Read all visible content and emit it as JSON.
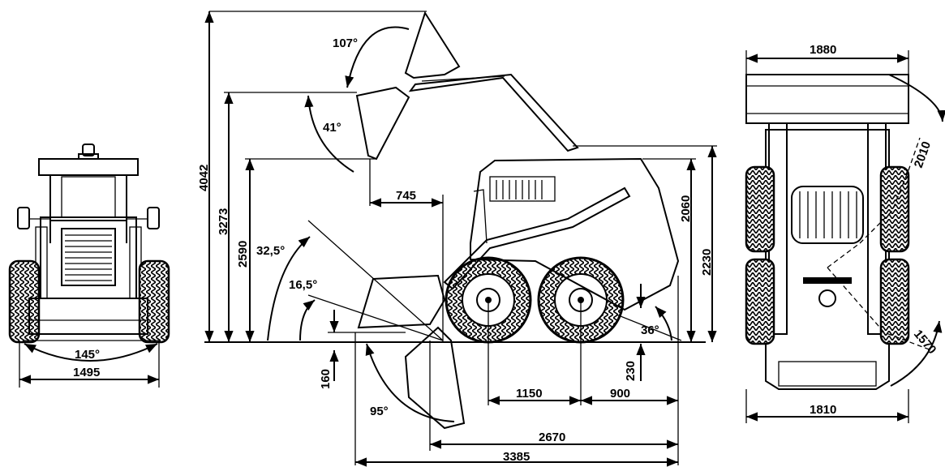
{
  "front_view": {
    "angle_label": "145°",
    "width_label": "1495"
  },
  "side_view": {
    "height_max": "4042",
    "height_pin": "3273",
    "dump_height": "2590",
    "dump_reach": "745",
    "cab_height": "2060",
    "overall_height": "2230",
    "rollback_angle_top": "107°",
    "dump_angle": "41°",
    "approach_angle": "32,5°",
    "rollback_ground": "16,5°",
    "dig_depth": "160",
    "bucket_angle": "95°",
    "ground_clearance": "230",
    "departure_angle": "36°",
    "wheelbase": "1150",
    "rear_overhang": "900",
    "length_no_bucket": "2670",
    "length_bucket": "3385"
  },
  "top_view": {
    "bucket_width": "1880",
    "turn_radius_bucket": "2010",
    "turn_radius_rear": "1570",
    "body_width": "1810"
  }
}
